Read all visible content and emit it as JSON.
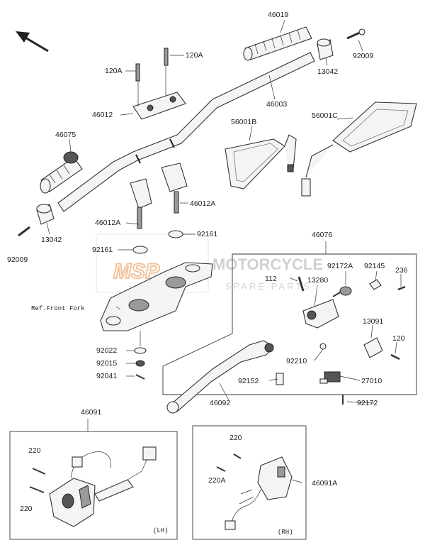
{
  "callouts": {
    "p46019": "46019",
    "p92009_top": "92009",
    "p13042_top": "13042",
    "p120A_left": "120A",
    "p120A_right": "120A",
    "p46003": "46003",
    "p46012": "46012",
    "p46075": "46075",
    "p56001B": "56001B",
    "p56001C": "56001C",
    "p46012A_right": "46012A",
    "p46012A_left": "46012A",
    "p13042_left": "13042",
    "p92009_left": "92009",
    "p92161_right": "92161",
    "p92161_left": "92161",
    "p46076": "46076",
    "p112": "112",
    "p13280": "13280",
    "p92172A": "92172A",
    "p92145": "92145",
    "p236": "236",
    "p13091": "13091",
    "p120": "120",
    "p92210": "92210",
    "p27010": "27010",
    "p92172": "92172",
    "p92152": "92152",
    "p46092": "46092",
    "p92022": "92022",
    "p92015": "92015",
    "p92041": "92041",
    "p46091": "46091",
    "p220_lh_top": "220",
    "p220_lh_bottom": "220",
    "p220_rh_top": "220",
    "p220A": "220A",
    "p46091A": "46091A",
    "ref_front_fork": "Ref.Front Fork"
  },
  "panels": {
    "lh_tag": "(LH)",
    "rh_tag": "(RH)"
  },
  "watermark": {
    "badge": "MSP",
    "line1": "MOTORCYCLE",
    "line2": "SPARE PARTS",
    "badge_color": "#f0b98a",
    "text_color": "#c8c8c8"
  },
  "icons": {
    "direction": "front-direction-arrow-icon"
  }
}
